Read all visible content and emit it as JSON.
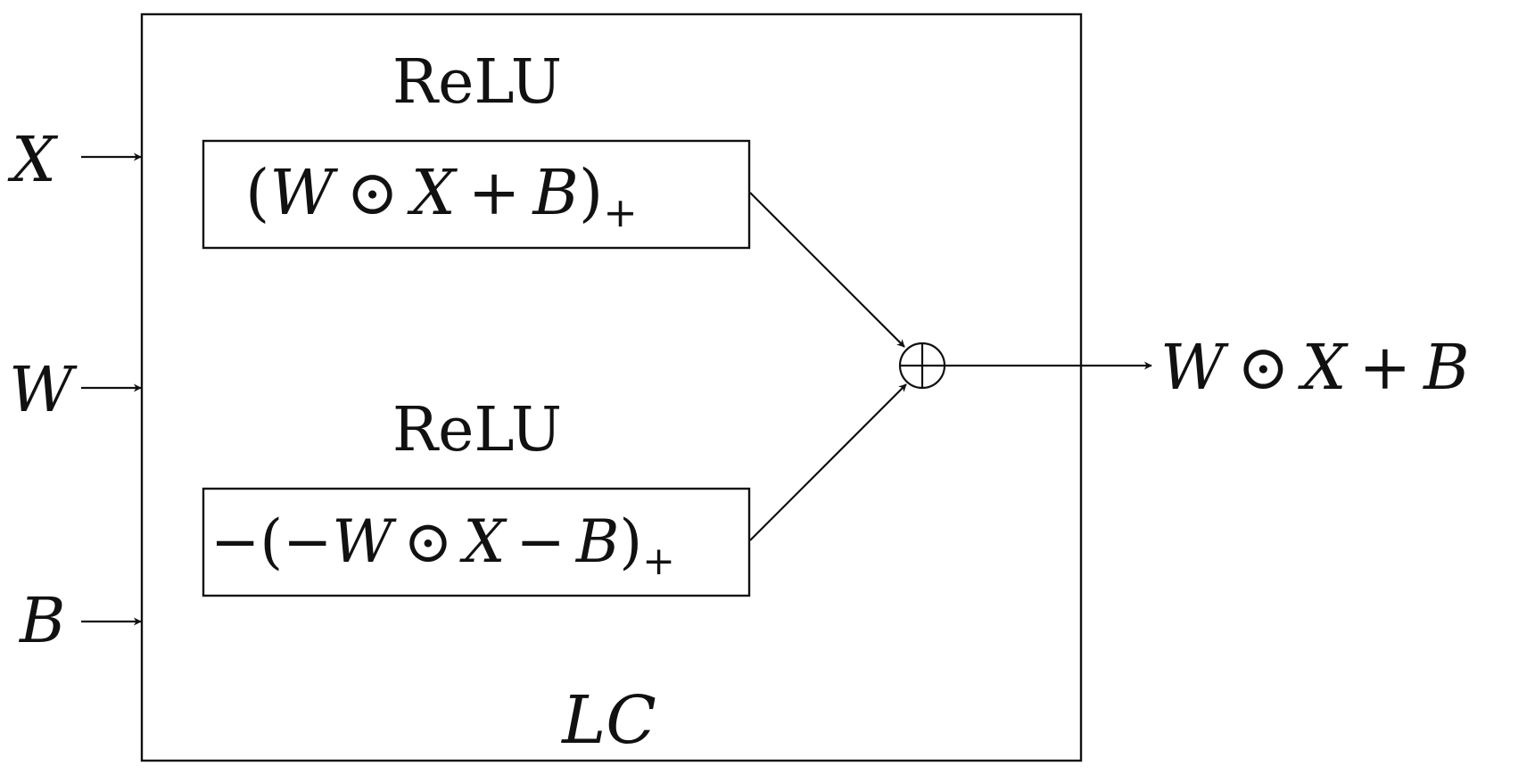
{
  "inputs": {
    "x": "X",
    "w": "W",
    "b": "B"
  },
  "block": {
    "label": "LC"
  },
  "relu_top": {
    "title": "ReLU",
    "open_paren": "(",
    "w": "W",
    "odot": "⊙",
    "x": "X",
    "plus": "+",
    "b": "B",
    "close_paren": ")",
    "subscript": "+"
  },
  "relu_bottom": {
    "title": "ReLU",
    "neg": "−",
    "open_paren": "(",
    "neg_inner": "−",
    "w": "W",
    "odot": "⊙",
    "x": "X",
    "minus": "−",
    "b": "B",
    "close_paren": ")",
    "subscript": "+"
  },
  "combiner": {
    "symbol": "⊕"
  },
  "output": {
    "w": "W",
    "odot": "⊙",
    "x": "X",
    "plus": "+",
    "b": "B"
  }
}
